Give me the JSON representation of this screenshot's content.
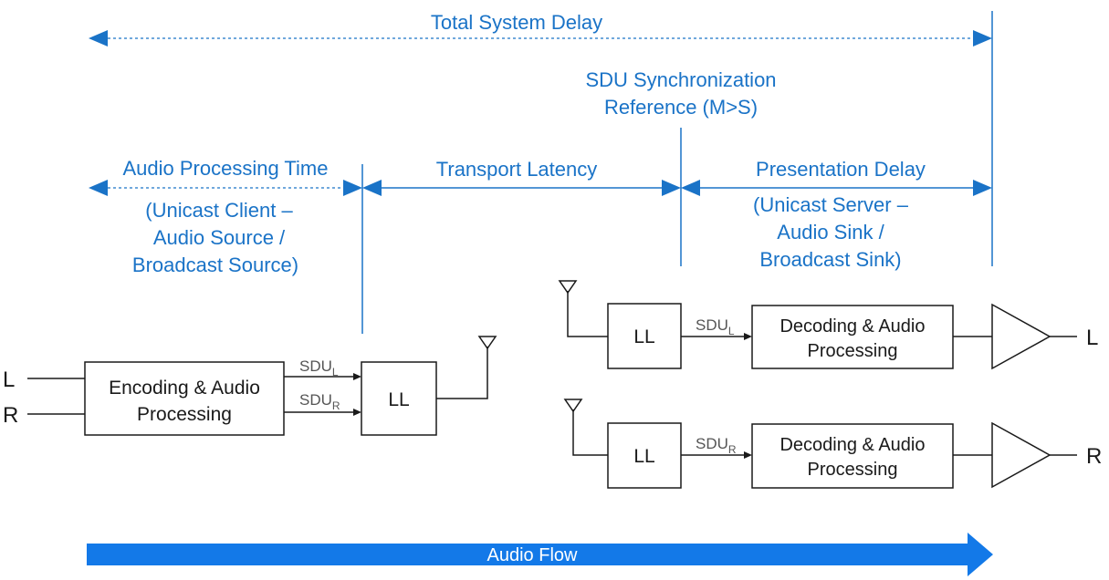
{
  "colors": {
    "accent": "#1a73c7",
    "flow_arrow": "#1379e8",
    "line": "#1a1a1a"
  },
  "timing": {
    "total_delay": "Total System Delay",
    "sync_ref_line1": "SDU Synchronization",
    "sync_ref_line2": "Reference (M>S)",
    "audio_processing_time": "Audio Processing Time",
    "source_note_line1": "(Unicast Client –",
    "source_note_line2": "Audio Source /",
    "source_note_line3": "Broadcast Source)",
    "transport_latency": "Transport Latency",
    "presentation_delay": "Presentation Delay",
    "sink_note_line1": "(Unicast Server –",
    "sink_note_line2": "Audio Sink /",
    "sink_note_line3": "Broadcast Sink)"
  },
  "source": {
    "input_left": "L",
    "input_right": "R",
    "encoder_line1": "Encoding & Audio",
    "encoder_line2": "Processing",
    "sdu_left_main": "SDU",
    "sdu_left_sub": "L",
    "sdu_right_main": "SDU",
    "sdu_right_sub": "R",
    "ll": "LL"
  },
  "sink_left": {
    "ll": "LL",
    "sdu_main": "SDU",
    "sdu_sub": "L",
    "decoder_line1": "Decoding & Audio",
    "decoder_line2": "Processing",
    "output": "L"
  },
  "sink_right": {
    "ll": "LL",
    "sdu_main": "SDU",
    "sdu_sub": "R",
    "decoder_line1": "Decoding & Audio",
    "decoder_line2": "Processing",
    "output": "R"
  },
  "flow": {
    "label": "Audio Flow"
  }
}
